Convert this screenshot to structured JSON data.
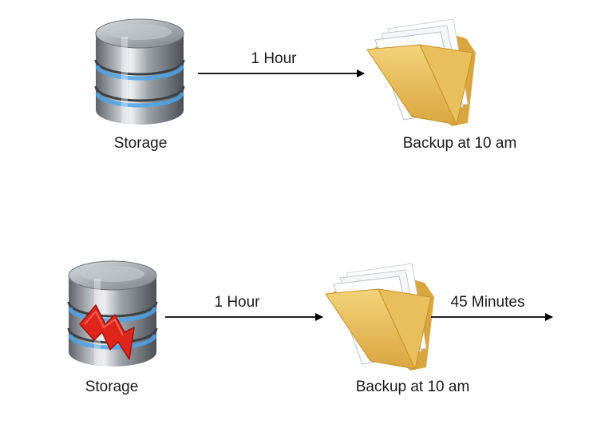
{
  "icons": {
    "storage": "database-icon",
    "backup": "folder-icon",
    "failure": "lightning-bolt-icon"
  },
  "colors": {
    "line": "#000000",
    "folder": "#E8BF5A",
    "disk": "#8A8F95",
    "glow": "#4FA3E8",
    "bolt": "#E0251B"
  },
  "scenario_1": {
    "storage_label": "Storage",
    "connector_label": "1 Hour",
    "backup_label": "Backup at 10 am"
  },
  "scenario_2": {
    "storage_label": "Storage",
    "connector_label": "1 Hour",
    "backup_label": "Backup at 10 am",
    "after_label": "45 Minutes"
  }
}
